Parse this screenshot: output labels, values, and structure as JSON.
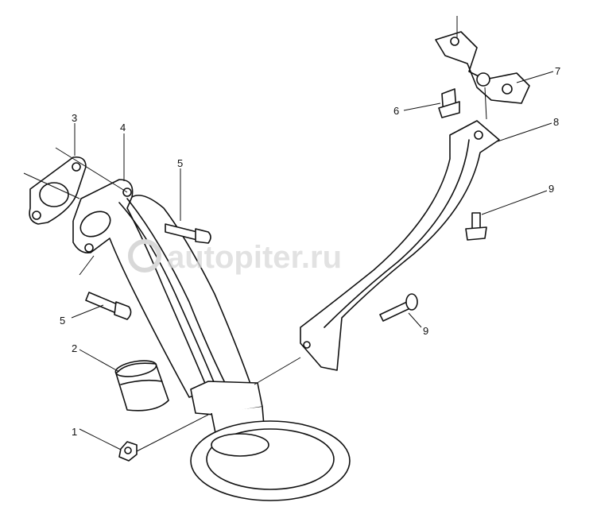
{
  "diagram": {
    "watermark": "autopiter.ru",
    "callouts": [
      {
        "id": "c1",
        "label": "1",
        "part": "nut"
      },
      {
        "id": "c2",
        "label": "2",
        "part": "sleeve"
      },
      {
        "id": "c3",
        "label": "3",
        "part": "gasket"
      },
      {
        "id": "c4",
        "label": "4",
        "part": "oil-intake-pipe"
      },
      {
        "id": "c5a",
        "label": "5",
        "part": "bolt"
      },
      {
        "id": "c5b",
        "label": "5",
        "part": "bolt"
      },
      {
        "id": "c6",
        "label": "6",
        "part": "bolt"
      },
      {
        "id": "c7",
        "label": "7",
        "part": "bracket"
      },
      {
        "id": "c8",
        "label": "8",
        "part": "support-bracket"
      },
      {
        "id": "c9a",
        "label": "9",
        "part": "bolt"
      },
      {
        "id": "c9b",
        "label": "9",
        "part": "bolt"
      }
    ]
  }
}
